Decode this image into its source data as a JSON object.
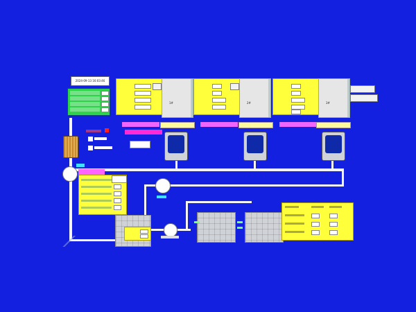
{
  "header": {
    "datetime": "2024-09-13 16:03:46"
  },
  "status_panel": {
    "rows": [
      {
        "label": ""
      },
      {
        "label": ""
      },
      {
        "label": ""
      },
      {
        "label": ""
      }
    ]
  },
  "right_buttons": [
    {
      "label": ""
    },
    {
      "label": ""
    }
  ],
  "compressors": [
    {
      "name": "1#",
      "status": ""
    },
    {
      "name": "2#",
      "status": ""
    },
    {
      "name": "3#",
      "status": ""
    }
  ],
  "params_panel": {
    "rows": [
      {},
      {},
      {},
      {},
      {}
    ]
  },
  "dew_panel": {
    "title": "露点监控",
    "col1": "",
    "col2": "",
    "rows": [
      {},
      {},
      {}
    ]
  },
  "colors": {
    "background": "#1420e0",
    "panel": "#ffff3c",
    "accent_bar": "#ee66ff",
    "pipe": "#f4f4f4"
  }
}
